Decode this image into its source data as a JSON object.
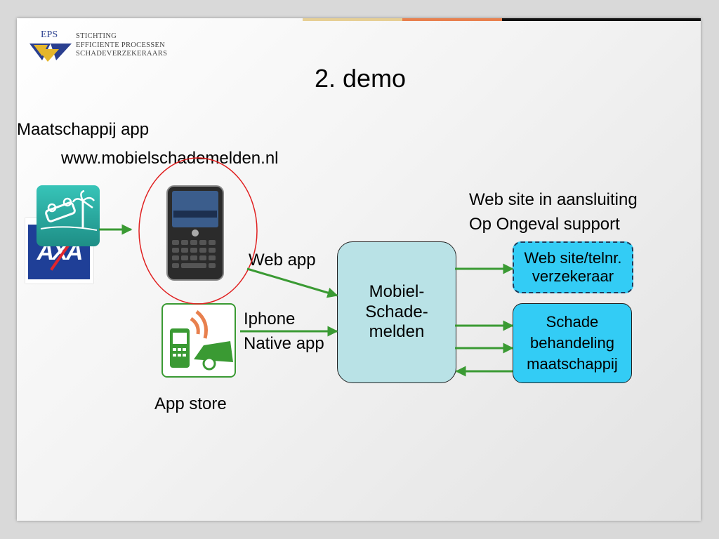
{
  "logo": {
    "abbr": "EPS",
    "lines": [
      "STICHTING",
      "EFFICIENTE PROCESSEN",
      "SCHADEVERZEKERAARS"
    ]
  },
  "title": "2. demo",
  "left": {
    "heading": "Maatschappij app",
    "url": "www.mobielschademelden.nl",
    "axa_label": "AXA",
    "app_store": "App store"
  },
  "labels": {
    "web_app": "Web app",
    "iphone_line1": "Iphone",
    "iphone_line2": "Native app"
  },
  "right": {
    "caption_line1": "Web site in aansluiting",
    "caption_line2": "Op Ongeval support",
    "website_box": "Web site/telnr.\nverzekeraar",
    "schade_box": "Schade\nbehandeling\nmaatschappij"
  },
  "center_box": "Mobiel-\nSchade-\nmelden",
  "colors": {
    "arrow": "#3a9a33",
    "center_box_fill": "#b9e2e6",
    "website_box_fill": "#33ccf5",
    "schade_box_fill": "#33ccf5",
    "circle": "#e02020",
    "stripe_1": "#e6cf95",
    "stripe_2": "#e8804e",
    "stripe_3": "#111111"
  },
  "icons": [
    "eps-logo-icon",
    "accident-app-icon",
    "axa-logo-icon",
    "blackberry-phone-icon",
    "crash-phone-app-icon"
  ]
}
